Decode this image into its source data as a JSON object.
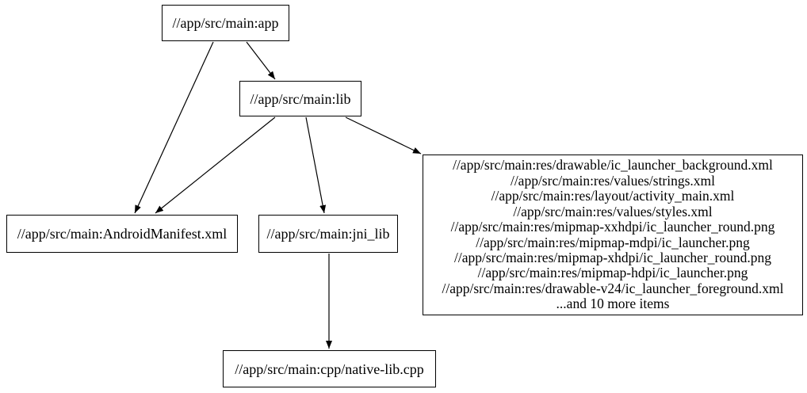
{
  "graph": {
    "background": "#ffffff",
    "node_border_color": "#000000",
    "edge_color": "#000000",
    "text_color": "#000000",
    "nodes": {
      "app": {
        "label": "//app/src/main:app"
      },
      "lib": {
        "label": "//app/src/main:lib"
      },
      "manifest": {
        "label": "//app/src/main:AndroidManifest.xml"
      },
      "jni_lib": {
        "label": "//app/src/main:jni_lib"
      },
      "res": {
        "lines": [
          "//app/src/main:res/drawable/ic_launcher_background.xml",
          "//app/src/main:res/values/strings.xml",
          "//app/src/main:res/layout/activity_main.xml",
          "//app/src/main:res/values/styles.xml",
          "//app/src/main:res/mipmap-xxhdpi/ic_launcher_round.png",
          "//app/src/main:res/mipmap-mdpi/ic_launcher.png",
          "//app/src/main:res/mipmap-xhdpi/ic_launcher_round.png",
          "//app/src/main:res/mipmap-hdpi/ic_launcher.png",
          "//app/src/main:res/drawable-v24/ic_launcher_foreground.xml",
          "...and 10 more items"
        ]
      },
      "cpp": {
        "label": "//app/src/main:cpp/native-lib.cpp"
      }
    },
    "edges": [
      {
        "from": "//app/src/main:app",
        "to": "//app/src/main:lib"
      },
      {
        "from": "//app/src/main:app",
        "to": "//app/src/main:AndroidManifest.xml"
      },
      {
        "from": "//app/src/main:lib",
        "to": "//app/src/main:AndroidManifest.xml"
      },
      {
        "from": "//app/src/main:lib",
        "to": "//app/src/main:jni_lib"
      },
      {
        "from": "//app/src/main:lib",
        "to": "//app/src/main:res (resource group)"
      },
      {
        "from": "//app/src/main:jni_lib",
        "to": "//app/src/main:cpp/native-lib.cpp"
      }
    ]
  }
}
